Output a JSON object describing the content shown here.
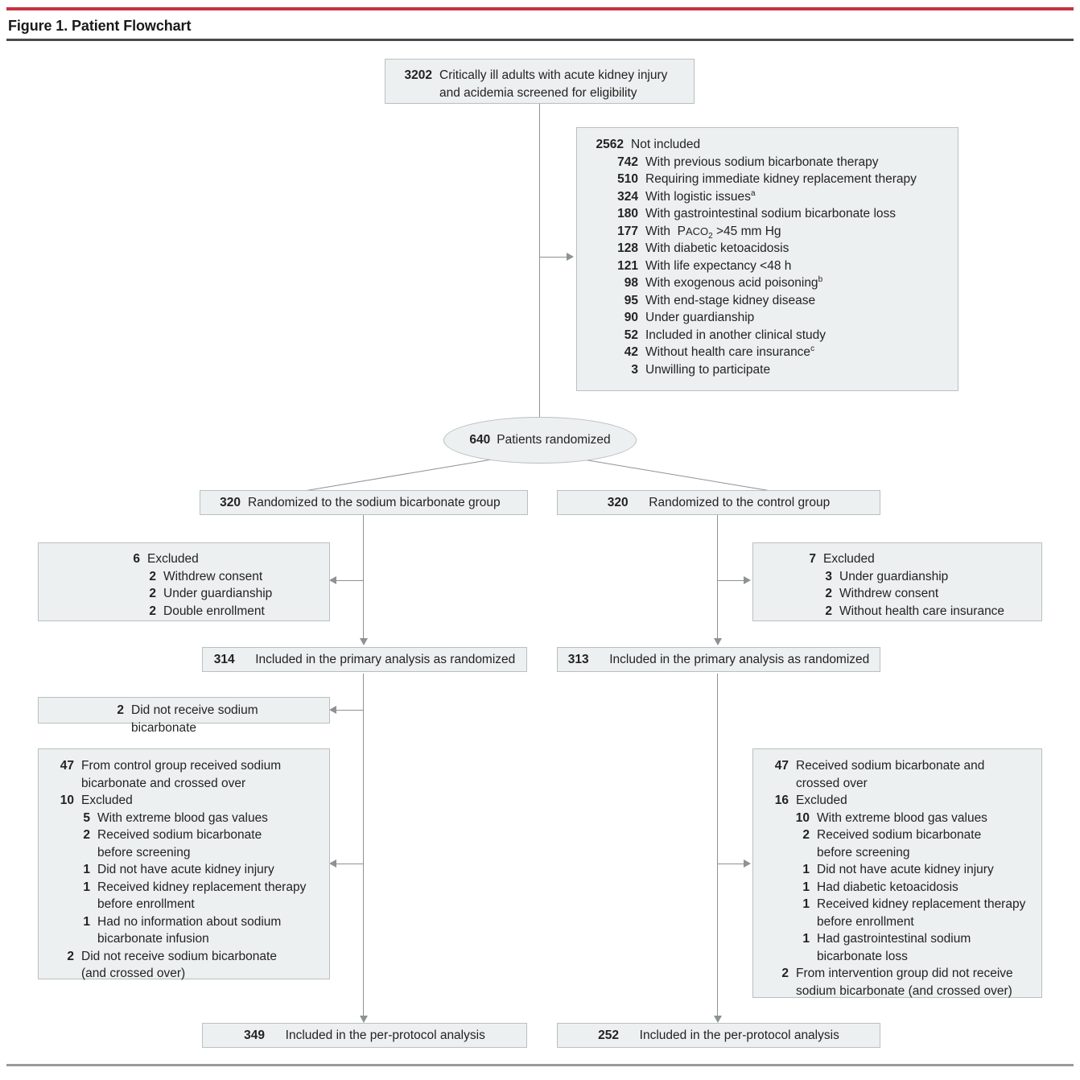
{
  "figure": {
    "title": "Figure 1. Patient Flowchart",
    "accent_color": "#c8313f",
    "box_fill": "#edf0f0",
    "box_border": "#b9bfbf",
    "connector_color": "#8d9292"
  },
  "screened": {
    "n": "3202",
    "line1": "Critically ill adults with acute kidney injury",
    "line2": "and acidemia screened for eligibility"
  },
  "not_included": {
    "n": "2562",
    "label": "Not included",
    "reasons": [
      {
        "n": "742",
        "text": "With previous sodium bicarbonate therapy"
      },
      {
        "n": "510",
        "text": "Requiring immediate kidney replacement therapy"
      },
      {
        "n": "324",
        "text": "With logistic issues",
        "sup": "a"
      },
      {
        "n": "180",
        "text": "With gastrointestinal sodium bicarbonate loss"
      },
      {
        "n": "177",
        "text": "With  Paco2 >45 mm Hg",
        "special": "paco2"
      },
      {
        "n": "128",
        "text": "With diabetic ketoacidosis"
      },
      {
        "n": "121",
        "text": "With life expectancy <48 h"
      },
      {
        "n": "98",
        "text": "With exogenous acid poisoning",
        "sup": "b"
      },
      {
        "n": "95",
        "text": "With end-stage kidney disease"
      },
      {
        "n": "90",
        "text": "Under guardianship"
      },
      {
        "n": "52",
        "text": "Included in another clinical study"
      },
      {
        "n": "42",
        "text": "Without health care insurance",
        "sup": "c"
      },
      {
        "n": "3",
        "text": "Unwilling to participate"
      }
    ]
  },
  "randomized": {
    "n": "640",
    "label": "Patients randomized"
  },
  "left_arm": {
    "assigned": {
      "n": "320",
      "label": "Randomized to the sodium bicarbonate group"
    },
    "excluded": {
      "n": "6",
      "label": "Excluded",
      "items": [
        {
          "n": "2",
          "text": "Withdrew consent"
        },
        {
          "n": "2",
          "text": "Under guardianship"
        },
        {
          "n": "2",
          "text": "Double enrollment"
        }
      ]
    },
    "primary": {
      "n": "314",
      "label": "Included in the primary analysis as randomized"
    },
    "not_received": {
      "n": "2",
      "label": "Did not receive sodium bicarbonate"
    },
    "crossover": {
      "crossed": {
        "n": "47",
        "line1": "From control group received sodium",
        "line2": "bicarbonate and crossed over"
      },
      "excluded": {
        "n": "10",
        "label": "Excluded"
      },
      "excluded_items": [
        {
          "n": "5",
          "line1": "With extreme blood gas values",
          "line2": ""
        },
        {
          "n": "2",
          "line1": "Received sodium bicarbonate",
          "line2": "before screening"
        },
        {
          "n": "1",
          "line1": "Did not have acute kidney injury",
          "line2": ""
        },
        {
          "n": "1",
          "line1": "Received kidney replacement therapy",
          "line2": "before enrollment"
        },
        {
          "n": "1",
          "line1": "Had no information about sodium",
          "line2": "bicarbonate infusion"
        }
      ],
      "tail": {
        "n": "2",
        "line1": "Did not receive sodium bicarbonate",
        "line2": "(and crossed over)"
      }
    },
    "per_protocol": {
      "n": "349",
      "label": "Included in the per-protocol analysis"
    }
  },
  "right_arm": {
    "assigned": {
      "n": "320",
      "label": "Randomized to the control group"
    },
    "excluded": {
      "n": "7",
      "label": "Excluded",
      "items": [
        {
          "n": "3",
          "text": "Under guardianship"
        },
        {
          "n": "2",
          "text": "Withdrew consent"
        },
        {
          "n": "2",
          "text": "Without health care insurance"
        }
      ]
    },
    "primary": {
      "n": "313",
      "label": "Included in the primary analysis as randomized"
    },
    "crossover": {
      "crossed": {
        "n": "47",
        "line1": "Received sodium bicarbonate and",
        "line2": "crossed over"
      },
      "excluded": {
        "n": "16",
        "label": "Excluded"
      },
      "excluded_items": [
        {
          "n": "10",
          "line1": "With extreme blood gas values",
          "line2": ""
        },
        {
          "n": "2",
          "line1": "Received sodium bicarbonate",
          "line2": "before screening"
        },
        {
          "n": "1",
          "line1": "Did not have acute kidney injury",
          "line2": ""
        },
        {
          "n": "1",
          "line1": "Had diabetic ketoacidosis",
          "line2": ""
        },
        {
          "n": "1",
          "line1": "Received kidney replacement therapy",
          "line2": "before enrollment"
        },
        {
          "n": "1",
          "line1": "Had gastrointestinal sodium",
          "line2": "bicarbonate loss"
        }
      ],
      "tail": {
        "n": "2",
        "line1": "From intervention group did not receive",
        "line2": "sodium bicarbonate (and crossed over)"
      }
    },
    "per_protocol": {
      "n": "252",
      "label": "Included in the per-protocol analysis"
    }
  }
}
